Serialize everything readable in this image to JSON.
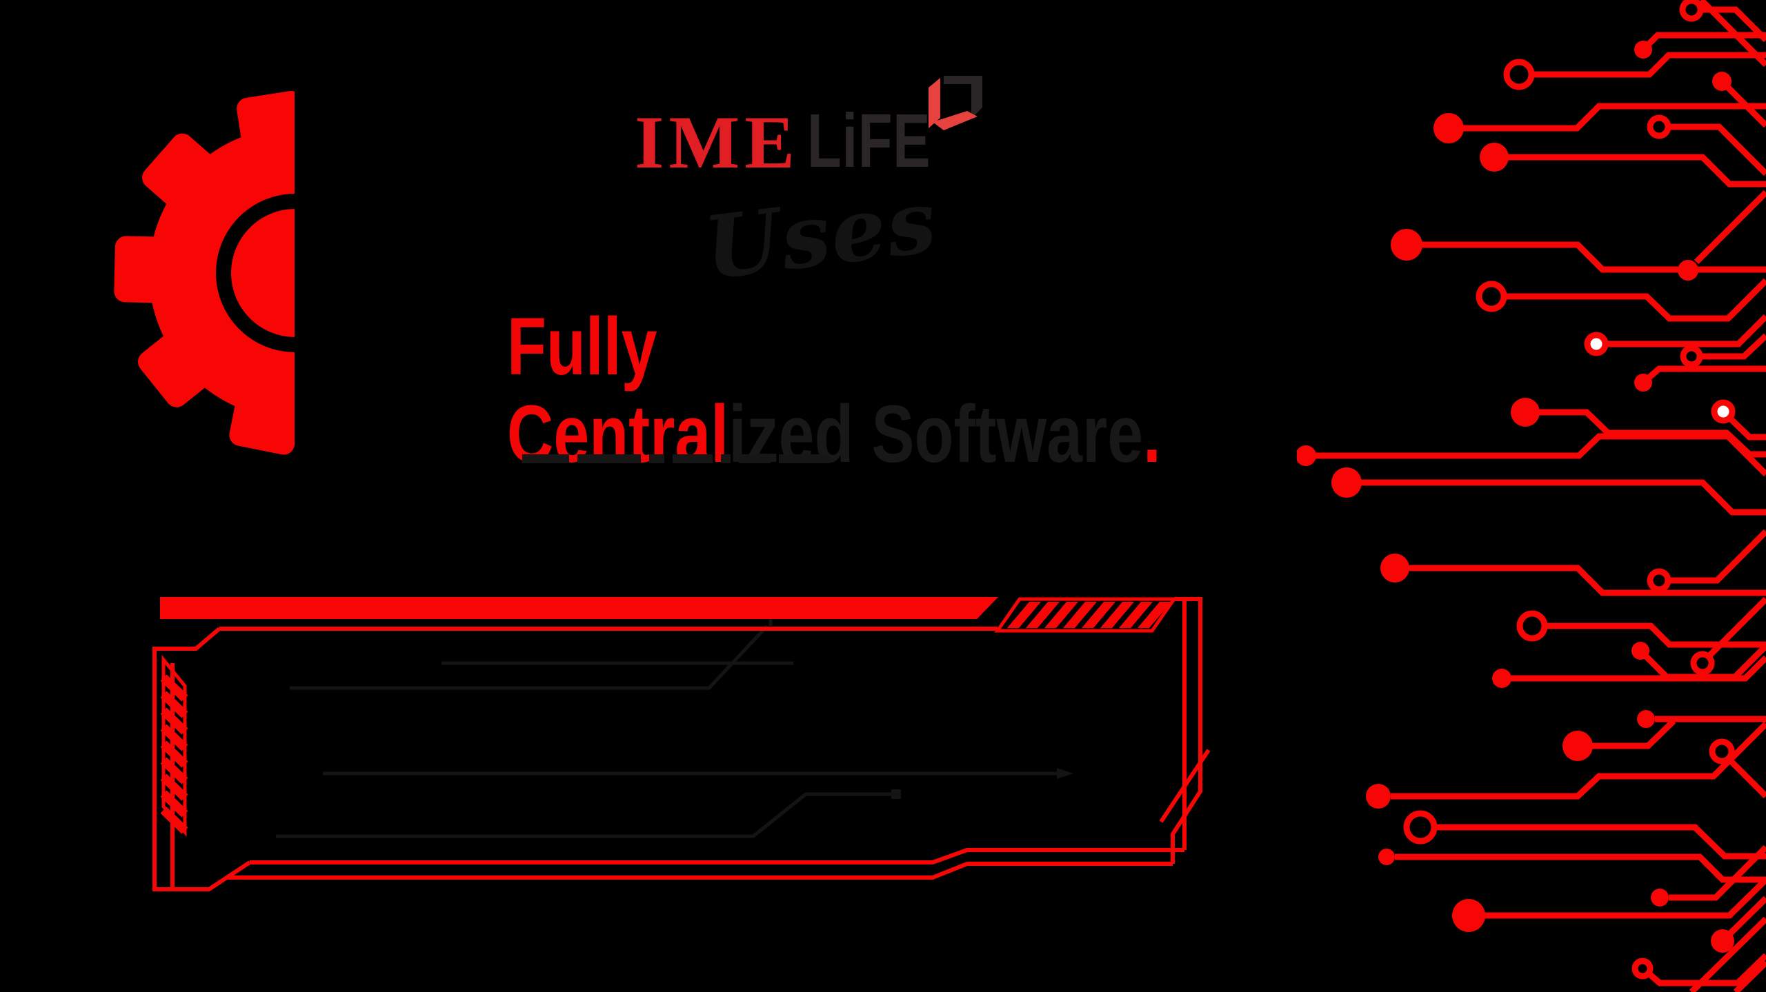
{
  "colors": {
    "background": "#000000",
    "primary_red": "#f80606",
    "logo_red": "#e01e24",
    "logo_dark": "#2a2526",
    "headline_red": "#f40606",
    "headline_dark": "#181818",
    "script_dark": "#131313",
    "faint_trace": "#141414",
    "pad_white": "#ffffff"
  },
  "logo": {
    "part_red": "IME",
    "part_dark": "LiFE",
    "mark_icon": "cube-bracket-logo-mark"
  },
  "script_word": "Uses",
  "headline": {
    "line1": "Fully",
    "line2_red": "Central",
    "line2_dark": "ized Software",
    "period": "."
  },
  "decor": {
    "gear_icon": "half-gear-icon",
    "frame_icon": "hud-techno-frame",
    "circuit_icon": "circuit-board-traces"
  }
}
